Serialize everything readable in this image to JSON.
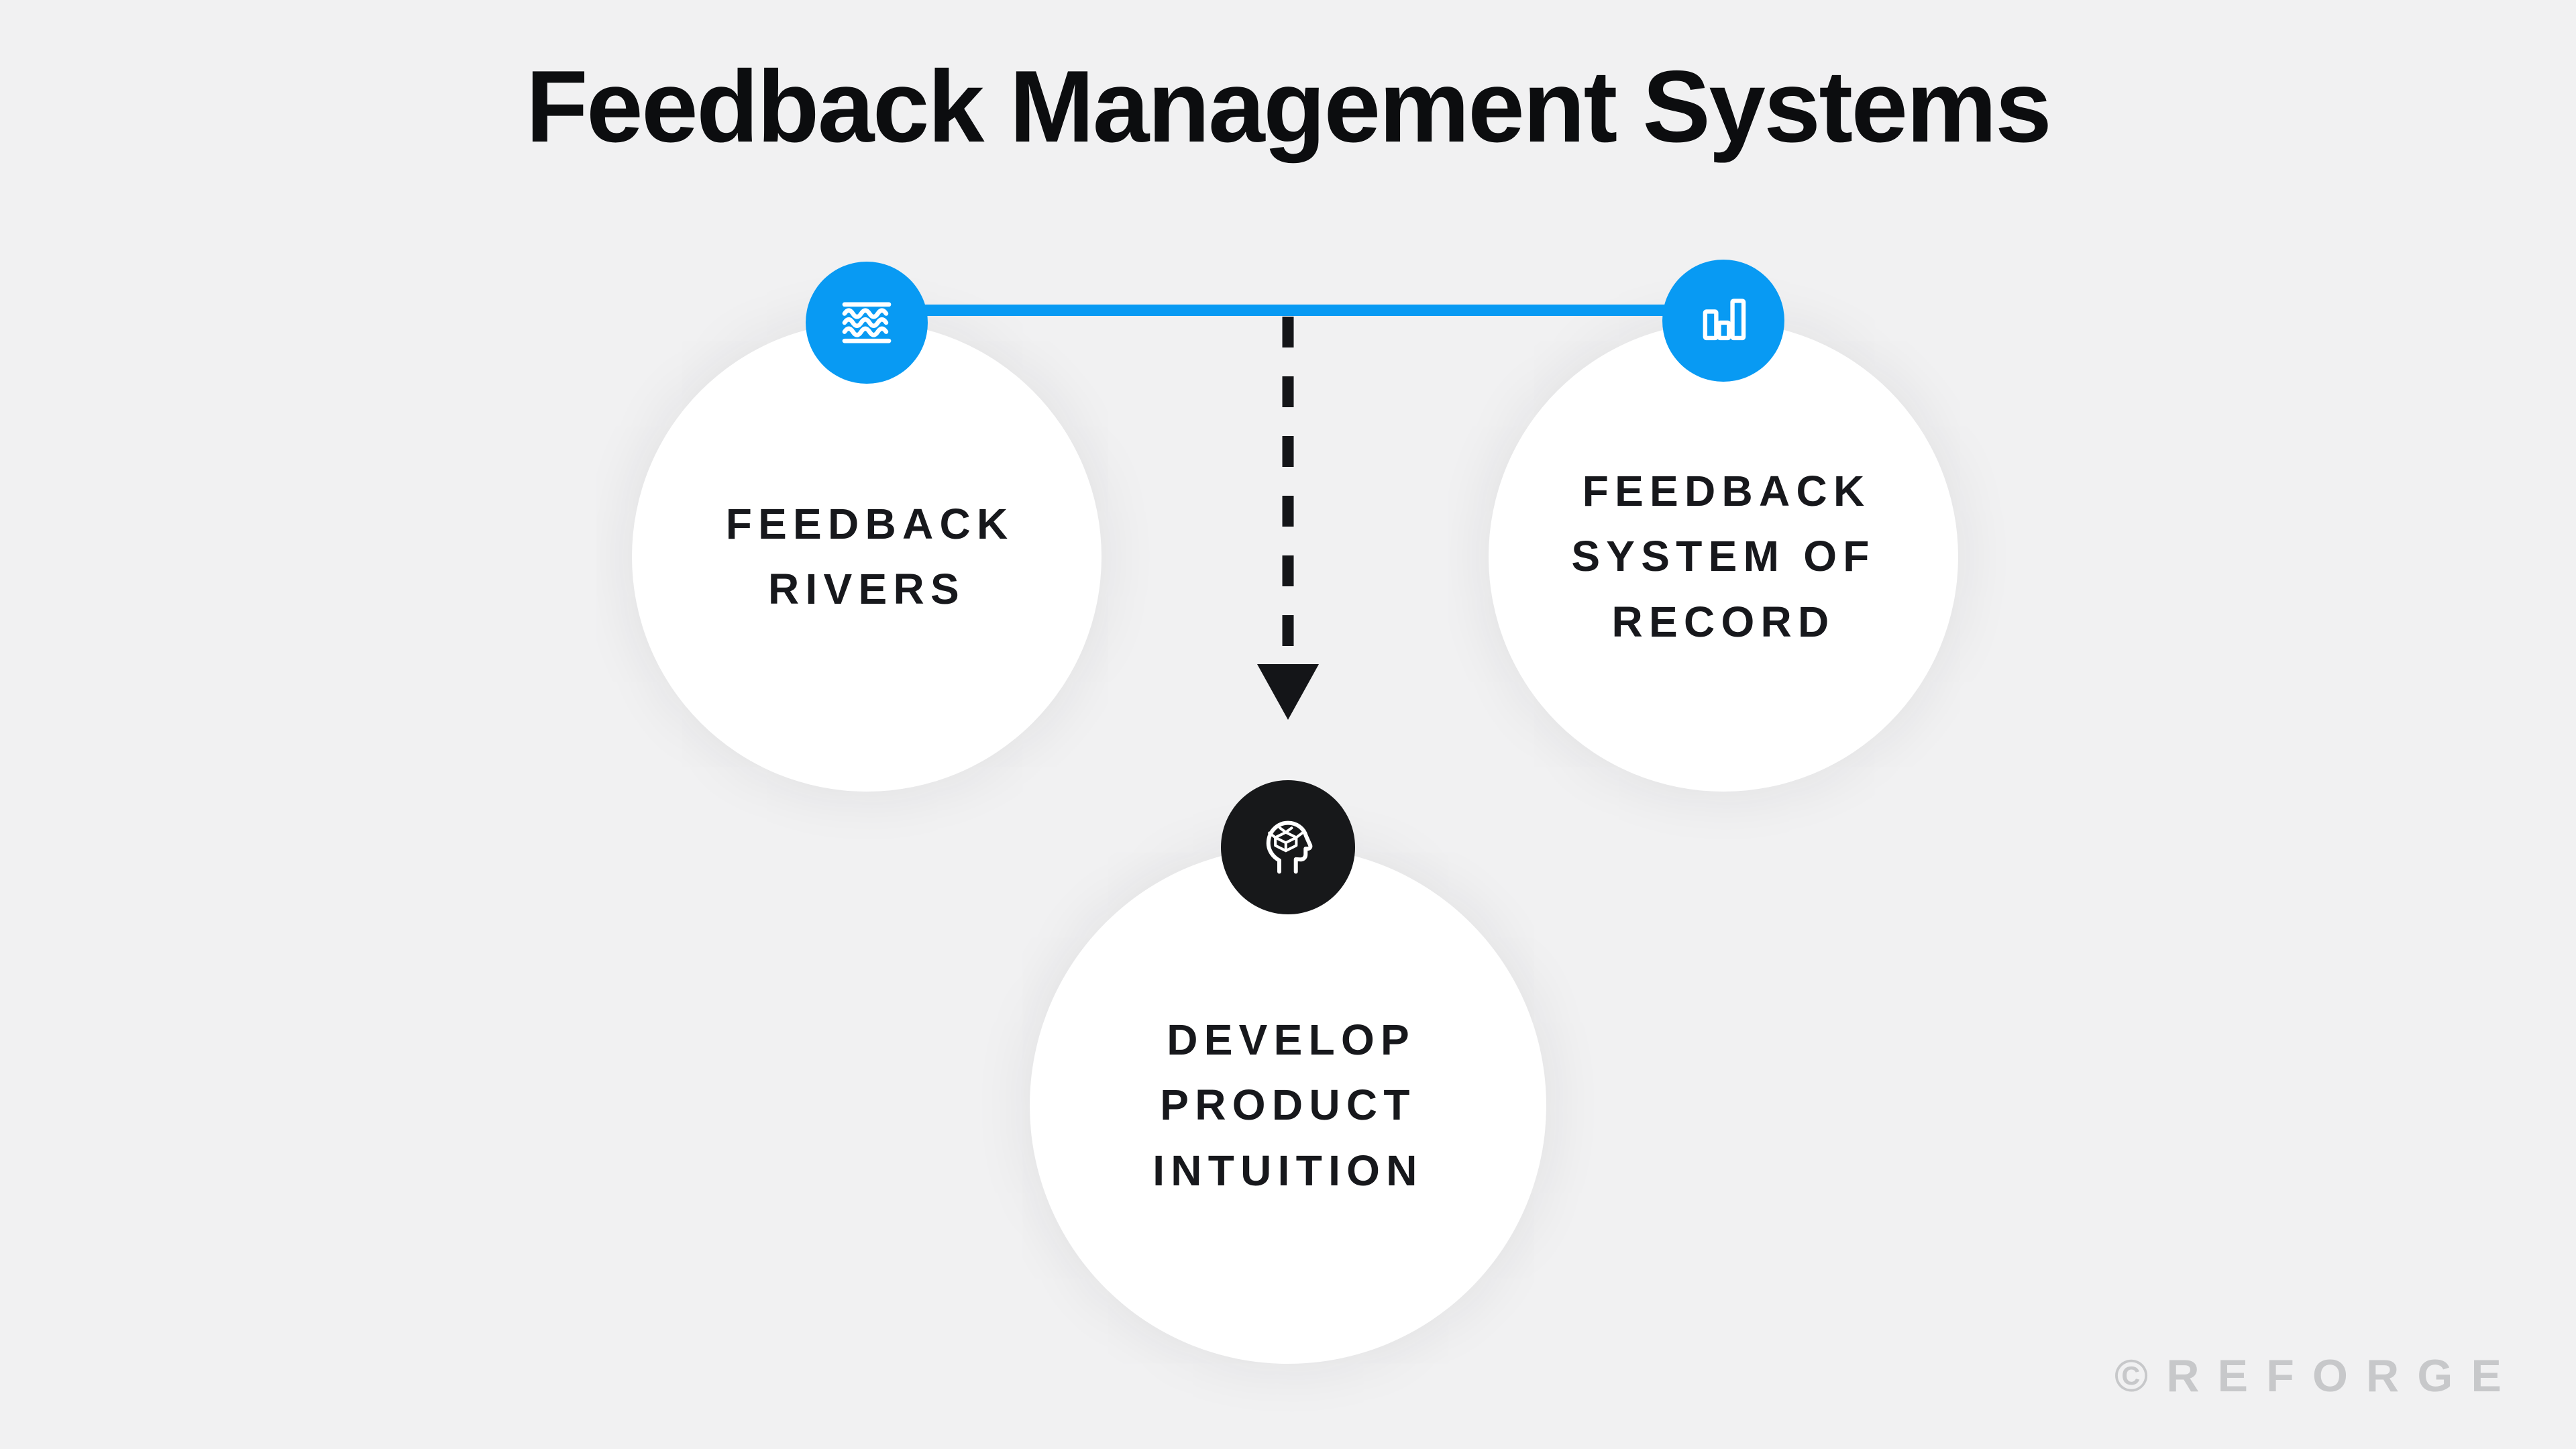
{
  "title": "Feedback Management Systems",
  "watermark": "©REFORGE",
  "colors": {
    "background": "#f1f1f2",
    "accent_blue": "#089af3",
    "dark": "#17181a",
    "label_text": "#17181c",
    "circle_fill": "#ffffff",
    "watermark_gray": "#c7c8ca"
  },
  "nodes": {
    "feedback_rivers": {
      "label": "FEEDBACK\nRIVERS",
      "icon": "waves-icon",
      "badge_color": "#089af3"
    },
    "feedback_system_of_record": {
      "label": "FEEDBACK\nSYSTEM OF\nRECORD",
      "icon": "bar-chart-icon",
      "badge_color": "#089af3"
    },
    "develop_product_intuition": {
      "label": "DEVELOP\nPRODUCT\nINTUITION",
      "icon": "head-box-icon",
      "badge_color": "#17181a"
    }
  },
  "connections": {
    "horizontal_line": "feedback_rivers to feedback_system_of_record",
    "dashed_arrow": "points down to develop_product_intuition"
  }
}
